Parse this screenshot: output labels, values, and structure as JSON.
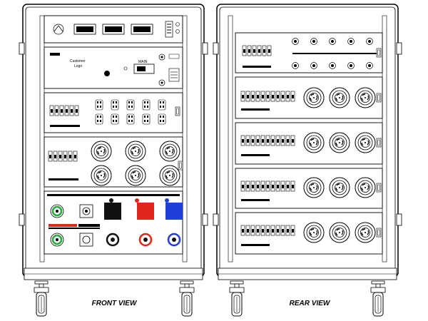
{
  "views": {
    "front": {
      "caption": "FRONT VIEW",
      "main_label": "MAIN",
      "customer_logo": [
        "Customer",
        "Logo"
      ]
    },
    "rear": {
      "caption": "REAR VIEW"
    }
  },
  "colors": {
    "line": "#000000",
    "panel_fill": "#ffffff",
    "green_connector": "#1faa3a",
    "red_connector": "#e0261b",
    "blue_connector": "#1f3fd8",
    "black_connector": "#111111"
  }
}
